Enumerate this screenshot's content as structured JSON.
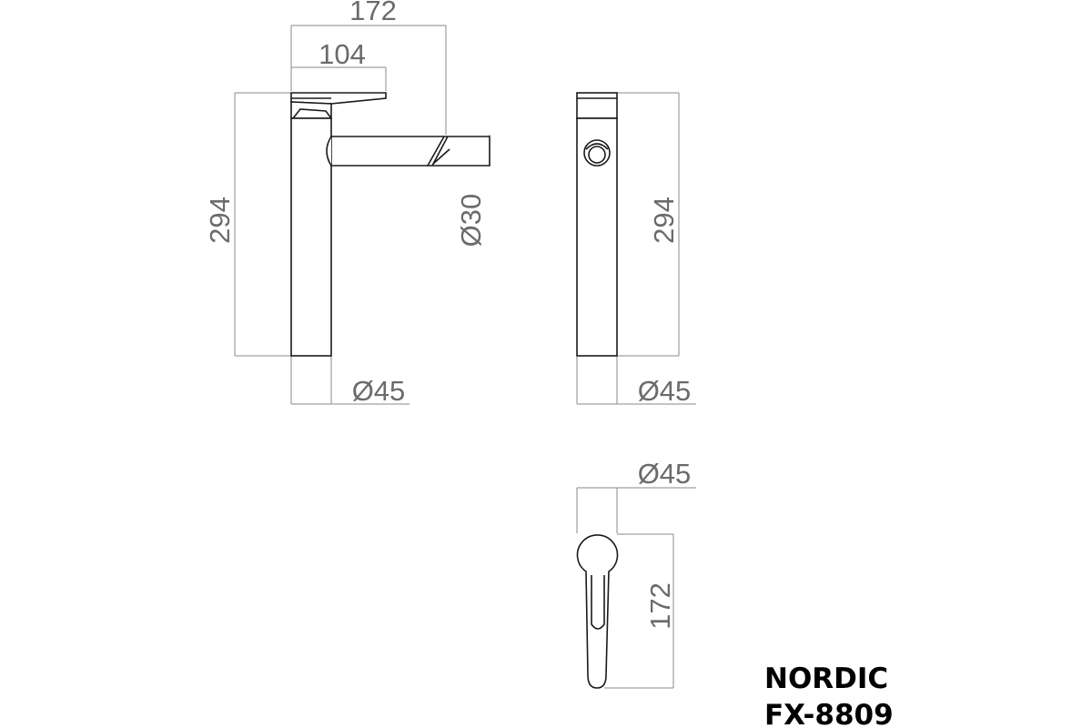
{
  "dimensions": {
    "front_width_total": "172",
    "front_lever_length": "104",
    "front_height": "294",
    "spout_diameter": "Ø30",
    "front_base_diameter": "Ø45",
    "side_height": "294",
    "side_base_diameter": "Ø45",
    "top_diameter": "Ø45",
    "top_lever_length": "172"
  },
  "product": {
    "series": "NORDIC",
    "model": "FX-8809"
  },
  "colors": {
    "line": "#1a1a1a",
    "dimension": "#8a8a8a",
    "dimension_text": "#6b6b6b",
    "brand_text": "#000000"
  }
}
